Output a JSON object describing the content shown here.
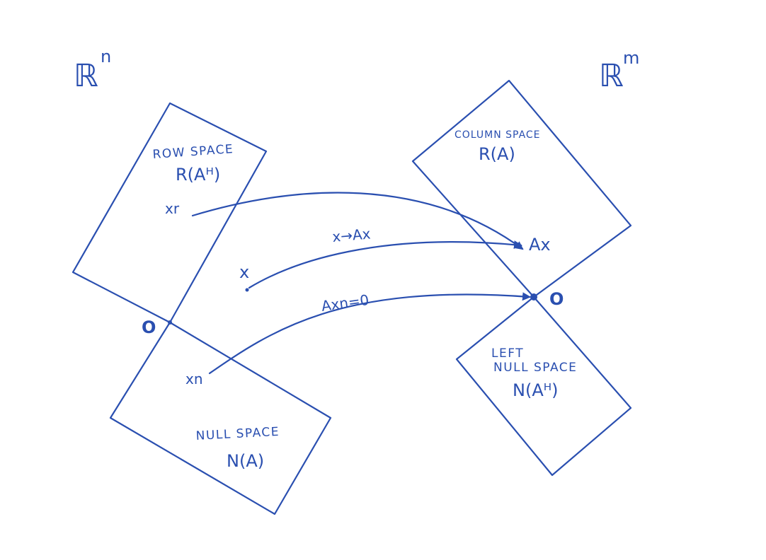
{
  "spaces": {
    "left_space": {
      "base": "ℝ",
      "exponent": "n"
    },
    "right_space": {
      "base": "ℝ",
      "exponent": "m"
    }
  },
  "row_space": {
    "title": "ROW SPACE",
    "symbol": "R(Aᴴ)"
  },
  "null_space": {
    "title": "NULL SPACE",
    "symbol": "N(A)"
  },
  "column_space": {
    "title": "COLUMN SPACE",
    "symbol": "R(A)"
  },
  "left_null_space": {
    "title_line1": "LEFT",
    "title_line2": "NULL SPACE",
    "symbol": "N(Aᴴ)"
  },
  "points": {
    "xr": "xr",
    "x": "x",
    "xn": "xn",
    "ax": "Ax",
    "origin_left": "O",
    "origin_right": "O"
  },
  "arrows": {
    "mapping": "x→Ax",
    "null_to_zero": "Axn=0"
  },
  "colors": {
    "ink": "#2a4fb0",
    "background": "#ffffff"
  }
}
